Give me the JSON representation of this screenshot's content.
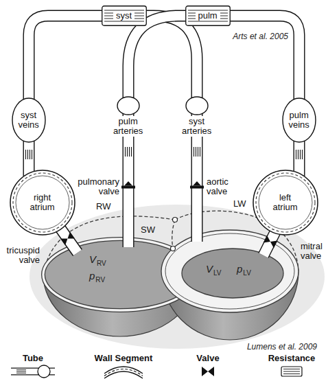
{
  "diagram": {
    "nodes": [
      {
        "text": [
          "syst"
        ]
      },
      {
        "text": [
          "pulm"
        ]
      },
      {
        "text": [
          "syst veins"
        ]
      },
      {
        "text": [
          "pulm arteries"
        ]
      },
      {
        "text": [
          "syst arteries"
        ]
      },
      {
        "text": [
          "pulm veins"
        ]
      },
      {
        "text": [
          "right atrium"
        ]
      },
      {
        "text": [
          "left atrium"
        ]
      }
    ],
    "edges": [
      {
        "from": 4,
        "to": 0,
        "arrow": "none"
      },
      {
        "from": 0,
        "to": 2,
        "arrow": "none"
      },
      {
        "from": 2,
        "to": 6,
        "arrow": "none"
      },
      {
        "from": 3,
        "to": 1,
        "arrow": "none"
      },
      {
        "from": 1,
        "to": 5,
        "arrow": "none"
      },
      {
        "from": 5,
        "to": 7,
        "arrow": "none"
      }
    ],
    "labels": [
      "Arts et al. 2005",
      "pulmonary valve",
      "aortic valve",
      "RW",
      "LW",
      "SW",
      "tricuspid valve",
      "mitral valve",
      "V",
      "RV",
      "p",
      "RV",
      "V",
      "LV",
      "p",
      "LV",
      "Lumens et al. 2009"
    ],
    "legend": [
      {
        "text": "Tube"
      },
      {
        "text": "Wall Segment"
      },
      {
        "text": "Valve"
      },
      {
        "text": "Resistance"
      }
    ]
  }
}
